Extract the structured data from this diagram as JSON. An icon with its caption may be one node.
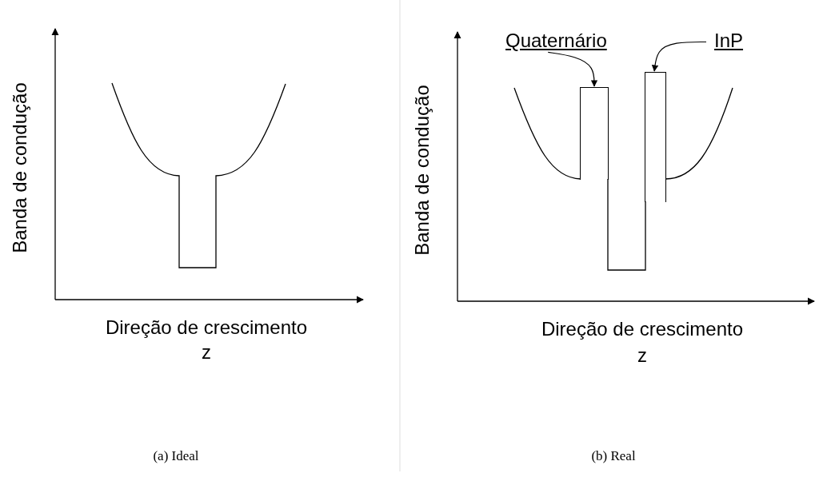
{
  "diagram": {
    "nodes": [
      {
        "text": [
          "Quaternário"
        ]
      },
      {
        "text": [],
        "shape": "bar"
      },
      {
        "text": [
          "InP"
        ]
      },
      {
        "text": [],
        "shape": "bar"
      }
    ],
    "edges": [
      {
        "from": 0,
        "to": 1,
        "arrow": "to"
      },
      {
        "from": 2,
        "to": 3,
        "arrow": "to"
      }
    ],
    "labels": [
      "Banda de condução",
      "Direção de crescimento",
      "z",
      "(a) Ideal",
      "Banda de condução",
      "Direção de crescimento",
      "z",
      "(b) Real"
    ]
  }
}
